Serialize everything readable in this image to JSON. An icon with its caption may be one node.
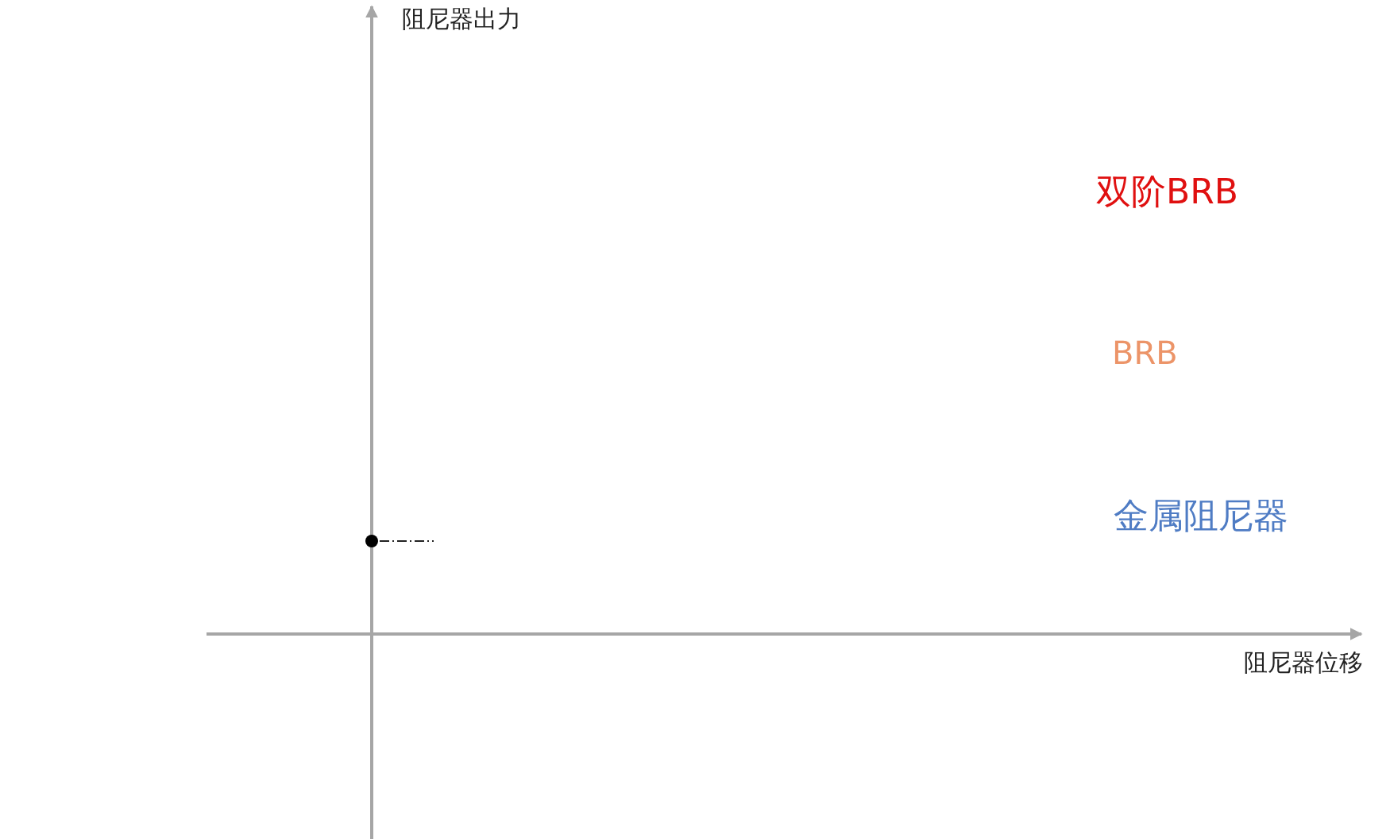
{
  "diagram": {
    "labels": [
      "阻尼器出力",
      "双阶BRB",
      "BRB",
      "金属阻尼器",
      "阻尼器位移"
    ]
  }
}
